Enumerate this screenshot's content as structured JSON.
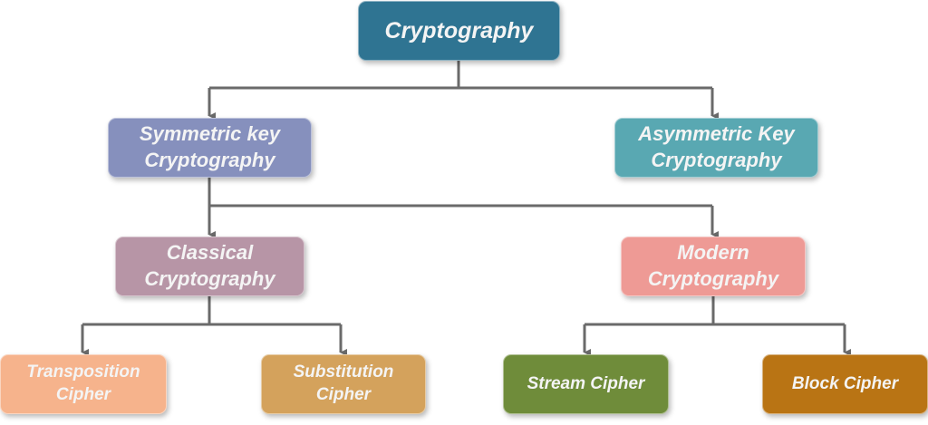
{
  "colors": {
    "connector": "#6a6a6a",
    "root": "#2f7492",
    "symmetric": "#8690bd",
    "asymmetric": "#59a8b2",
    "classical": "#b795a6",
    "modern": "#ee9a95",
    "transposition": "#f6b38c",
    "substitution": "#d4a25c",
    "stream": "#6f8c3a",
    "block": "#b97414"
  },
  "nodes": {
    "root": {
      "line1": "Cryptography"
    },
    "symmetric": {
      "line1": "Symmetric key",
      "line2": "Cryptography"
    },
    "asymmetric": {
      "line1": "Asymmetric Key",
      "line2": "Cryptography"
    },
    "classical": {
      "line1": "Classical",
      "line2": "Cryptography"
    },
    "modern": {
      "line1": "Modern",
      "line2": "Cryptography"
    },
    "transposition": {
      "line1": "Transposition",
      "line2": "Cipher"
    },
    "substitution": {
      "line1": "Substitution",
      "line2": "Cipher"
    },
    "stream": {
      "line1": "Stream Cipher"
    },
    "block": {
      "line1": "Block Cipher"
    }
  }
}
